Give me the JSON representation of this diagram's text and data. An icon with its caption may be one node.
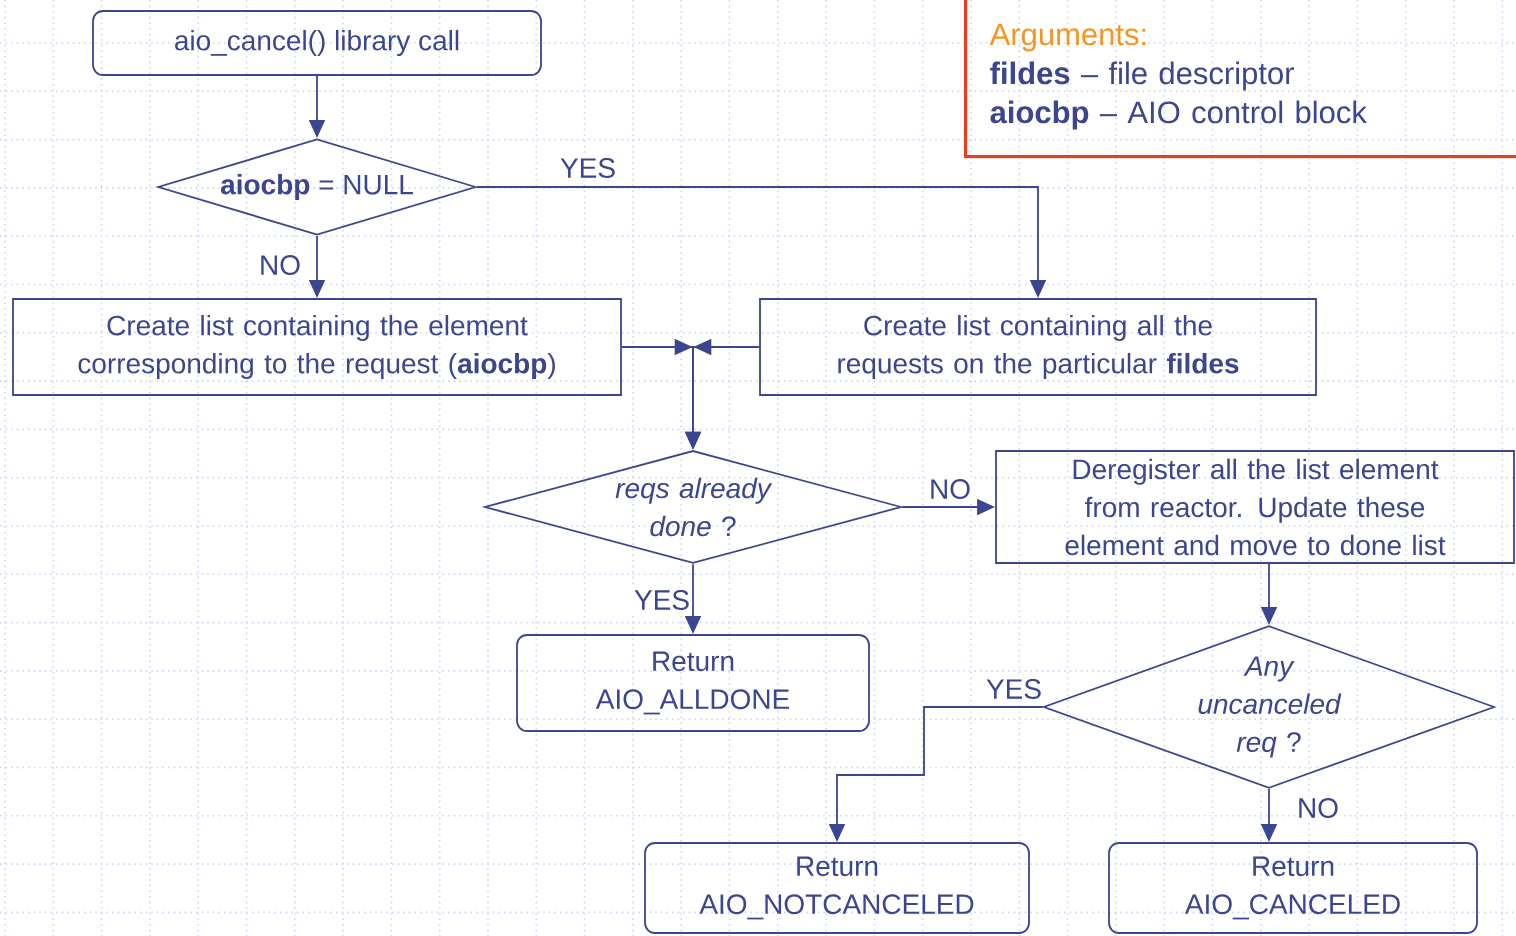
{
  "diagram": {
    "nodes": [
      {
        "text": [
          "aio_cancel() library call"
        ]
      },
      {
        "text": [
          "**aiocbp** = NULL"
        ]
      },
      {
        "text": [
          "Create list containing the element corresponding to the request (**aiocbp**)"
        ]
      },
      {
        "text": [
          "Create list containing all the requests on the particular **fildes**"
        ]
      },
      {
        "text": [
          "*reqs already done* ?"
        ]
      },
      {
        "text": [
          "Deregister all the list element from reactor. Update these element and move to done list"
        ]
      },
      {
        "text": [
          "Return AIO_ALLDONE"
        ]
      },
      {
        "text": [
          "*Any uncanceled req* ?"
        ]
      },
      {
        "text": [
          "Return AIO_NOTCANCELED"
        ]
      },
      {
        "text": [
          "Return AIO_CANCELED"
        ]
      },
      {
        "text": [
          "Arguments:",
          "**fildes** – file descriptor",
          "**aiocbp** – AIO control block"
        ]
      }
    ],
    "edges": [
      {
        "from": 0,
        "to": 1,
        "arrow": "to"
      },
      {
        "from": 1,
        "to": 3,
        "arrow": "to",
        "label": "YES"
      },
      {
        "from": 1,
        "to": 2,
        "arrow": "to",
        "label": "NO"
      },
      {
        "from": 2,
        "to": 4,
        "arrow": "to"
      },
      {
        "from": 3,
        "to": 4,
        "arrow": "to"
      },
      {
        "from": 4,
        "to": 5,
        "arrow": "to",
        "label": "NO"
      },
      {
        "from": 4,
        "to": 6,
        "arrow": "to",
        "label": "YES"
      },
      {
        "from": 5,
        "to": 7,
        "arrow": "to"
      },
      {
        "from": 7,
        "to": 8,
        "arrow": "to",
        "label": "YES"
      },
      {
        "from": 7,
        "to": 9,
        "arrow": "to",
        "label": "NO"
      }
    ]
  }
}
